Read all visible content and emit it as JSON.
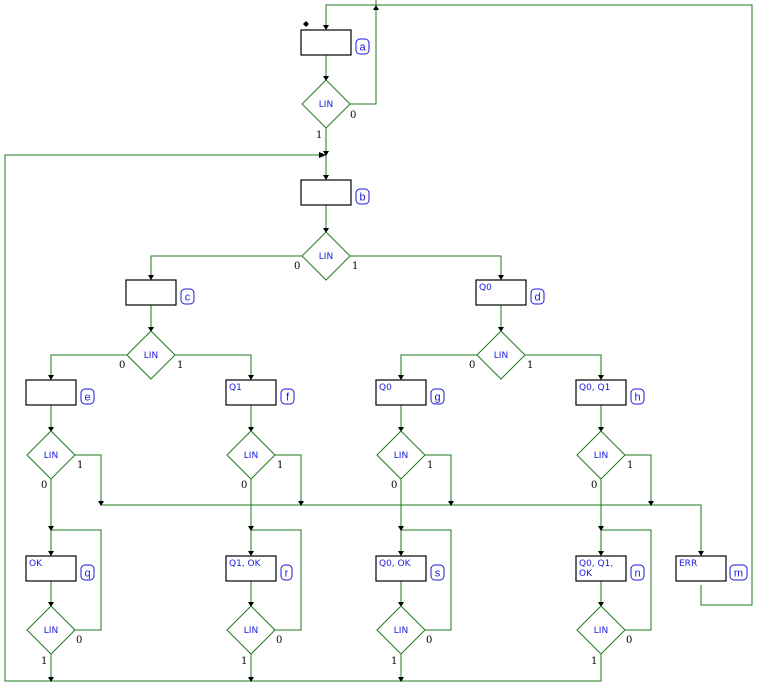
{
  "condition_label": "LIN",
  "bits": {
    "zero": "0",
    "one": "1"
  },
  "colors": {
    "wire": "#1e7a1e",
    "text": "#1a1adc",
    "box": "#000000"
  },
  "states": {
    "a": {
      "label": "a",
      "outputs": []
    },
    "b": {
      "label": "b",
      "outputs": []
    },
    "c": {
      "label": "c",
      "outputs": []
    },
    "d": {
      "label": "d",
      "outputs": [
        "Q0"
      ]
    },
    "e": {
      "label": "e",
      "outputs": []
    },
    "f": {
      "label": "f",
      "outputs": [
        "Q1"
      ]
    },
    "g": {
      "label": "g",
      "outputs": [
        "Q0"
      ]
    },
    "h": {
      "label": "h",
      "outputs": [
        "Q0, Q1"
      ]
    },
    "q": {
      "label": "q",
      "outputs": [
        "OK"
      ]
    },
    "r": {
      "label": "r",
      "outputs": [
        "Q1, OK"
      ]
    },
    "s": {
      "label": "s",
      "outputs": [
        "Q0, OK"
      ]
    },
    "n": {
      "label": "n",
      "outputs": [
        "Q0, Q1,",
        "OK"
      ]
    },
    "m": {
      "label": "m",
      "outputs": [
        "ERR"
      ]
    }
  }
}
